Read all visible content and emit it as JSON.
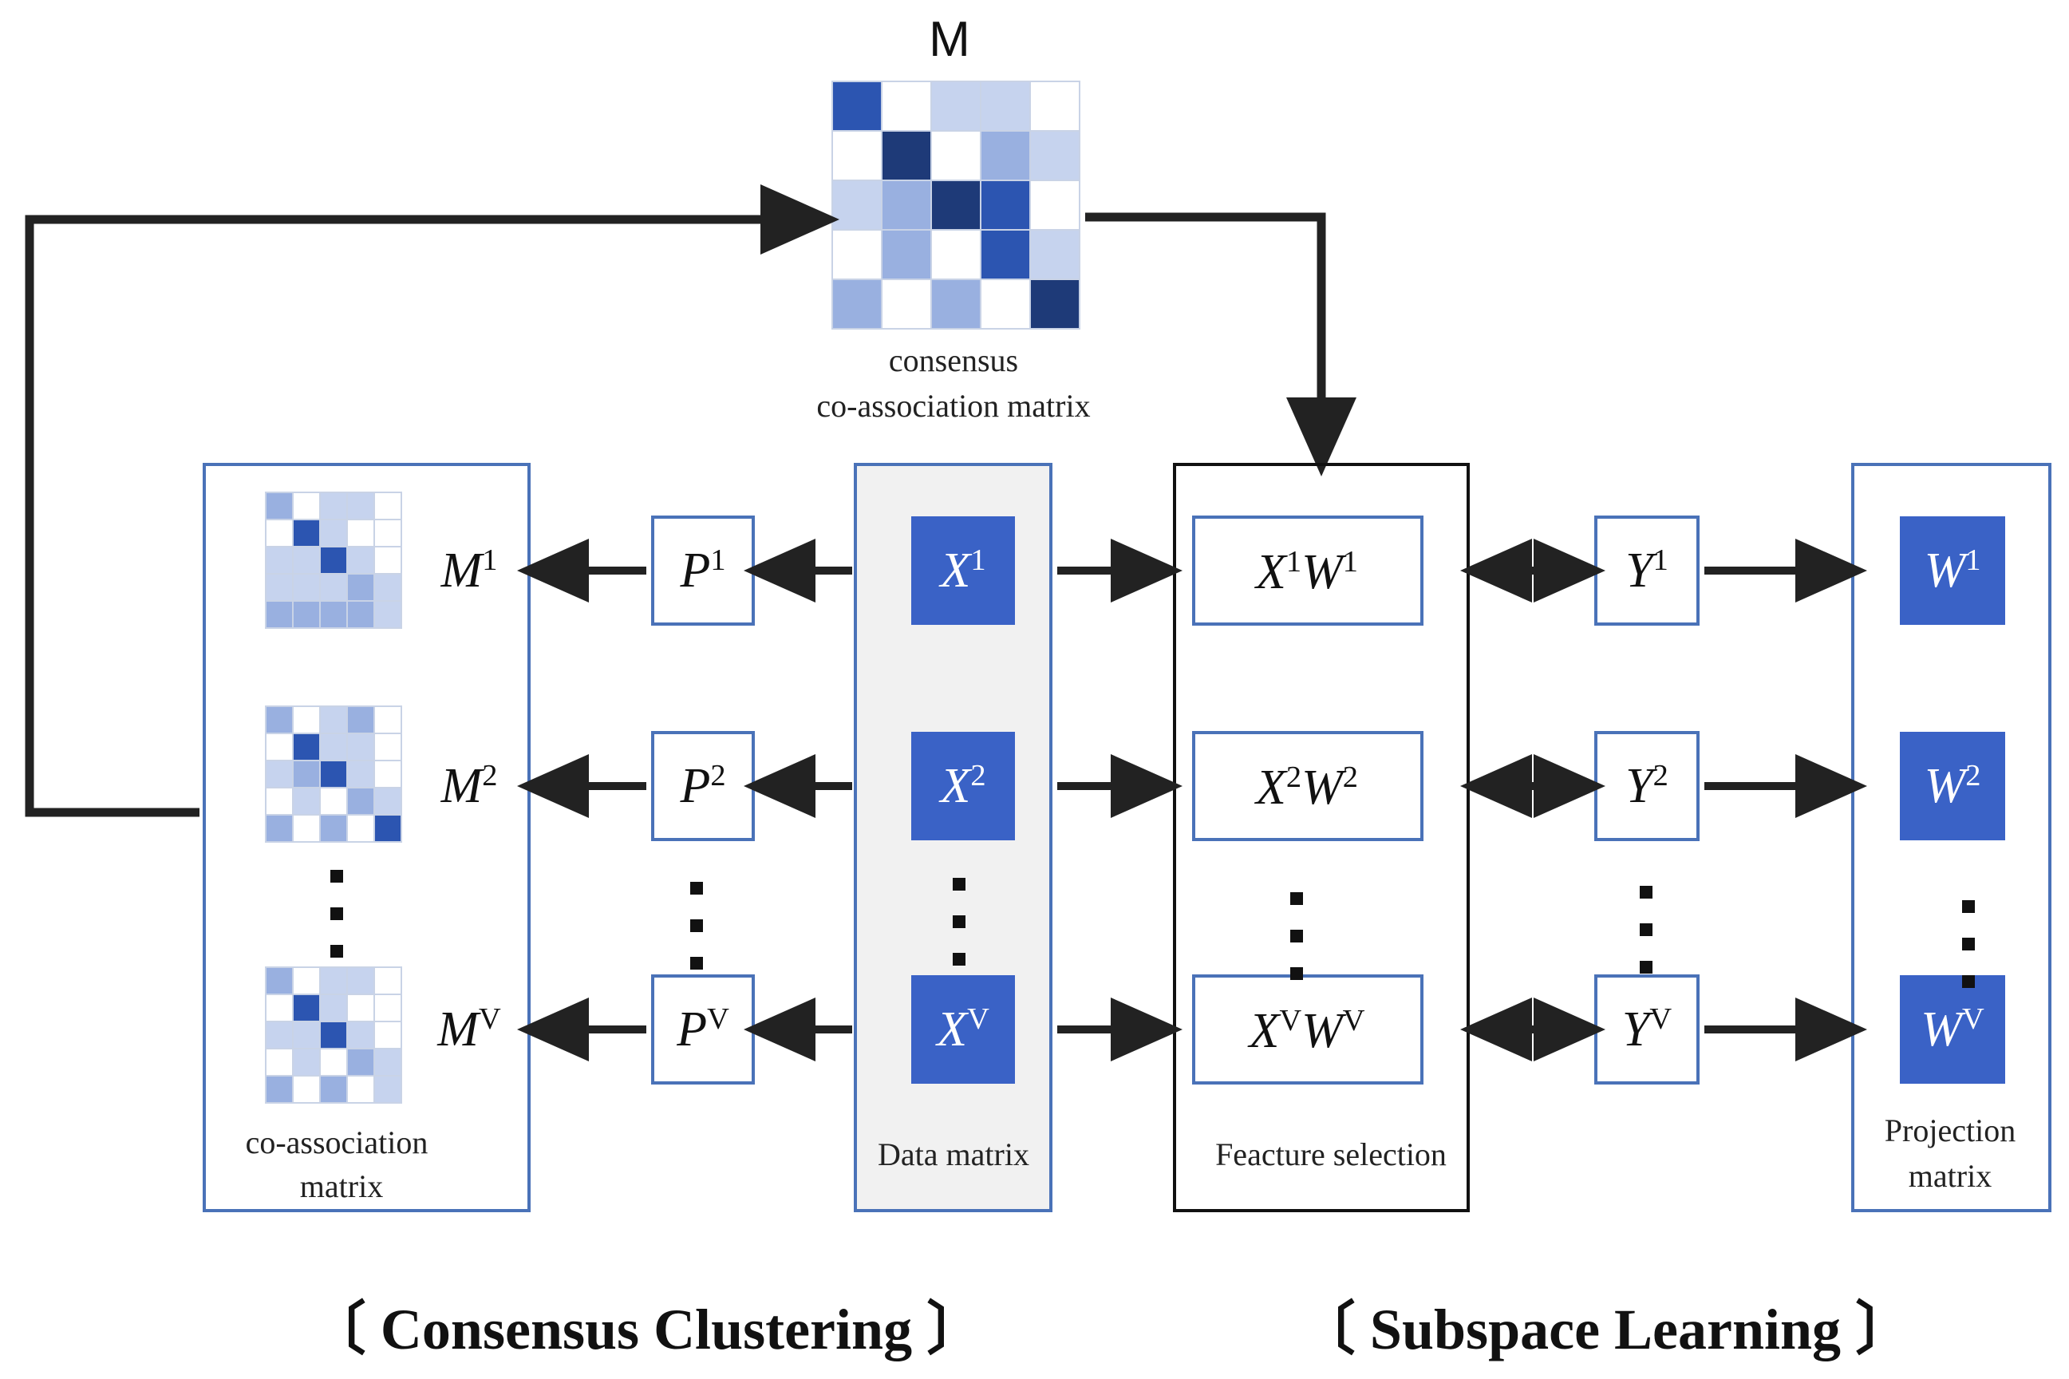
{
  "consensus": {
    "title": "M",
    "caption_line1": "consensus",
    "caption_line2": "co-association matrix",
    "grid": [
      [
        4,
        0,
        1,
        1,
        0
      ],
      [
        0,
        5,
        0,
        2,
        1
      ],
      [
        1,
        2,
        5,
        4,
        0
      ],
      [
        0,
        2,
        0,
        4,
        1
      ],
      [
        2,
        0,
        2,
        0,
        5
      ]
    ]
  },
  "palette": [
    "#ffffff",
    "#c6d3ee",
    "#99b0e0",
    "#5b79c9",
    "#2c55b1",
    "#1e3a78"
  ],
  "views": {
    "ellipsis": "⋮",
    "rows": [
      {
        "M": "M",
        "M_sup": "1",
        "P": "P",
        "P_sup": "1",
        "X": "X",
        "X_sup": "1",
        "XW_X": "X",
        "XW_Xsup": "1",
        "XW_W": "W",
        "XW_Wsup": "1",
        "Y": "Y",
        "Y_sup": "1",
        "W": "W",
        "W_sup": "1"
      },
      {
        "M": "M",
        "M_sup": "2",
        "P": "P",
        "P_sup": "2",
        "X": "X",
        "X_sup": "2",
        "XW_X": "X",
        "XW_Xsup": "2",
        "XW_W": "W",
        "XW_Wsup": "2",
        "Y": "Y",
        "Y_sup": "2",
        "W": "W",
        "W_sup": "2"
      },
      {
        "M": "M",
        "M_sup": "V",
        "P": "P",
        "P_sup": "V",
        "X": "X",
        "X_sup": "V",
        "XW_X": "X",
        "XW_Xsup": "V",
        "XW_W": "W",
        "XW_Wsup": "V",
        "Y": "Y",
        "Y_sup": "V",
        "W": "W",
        "W_sup": "V"
      }
    ],
    "view_grids": [
      [
        [
          2,
          0,
          1,
          1,
          0
        ],
        [
          0,
          4,
          1,
          0,
          0
        ],
        [
          1,
          1,
          4,
          1,
          0
        ],
        [
          1,
          1,
          1,
          2,
          1
        ],
        [
          2,
          2,
          2,
          2,
          1
        ]
      ],
      [
        [
          2,
          0,
          1,
          2,
          0
        ],
        [
          0,
          4,
          1,
          1,
          0
        ],
        [
          1,
          2,
          4,
          1,
          0
        ],
        [
          0,
          1,
          0,
          2,
          1
        ],
        [
          2,
          0,
          2,
          0,
          4
        ]
      ],
      [
        [
          2,
          0,
          1,
          1,
          0
        ],
        [
          0,
          4,
          1,
          0,
          0
        ],
        [
          1,
          1,
          4,
          1,
          0
        ],
        [
          0,
          1,
          0,
          2,
          1
        ],
        [
          2,
          0,
          2,
          0,
          1
        ]
      ]
    ]
  },
  "panels": {
    "coassoc_label_line1": "co-association",
    "coassoc_label_line2": "matrix",
    "data_label": "Data matrix",
    "feature_label": "Feacture selection",
    "projection_label_line1": "Projection",
    "projection_label_line2": "matrix"
  },
  "sections": {
    "left": "〔 Consensus Clustering 〕",
    "right": "〔 Subspace Learning 〕"
  }
}
